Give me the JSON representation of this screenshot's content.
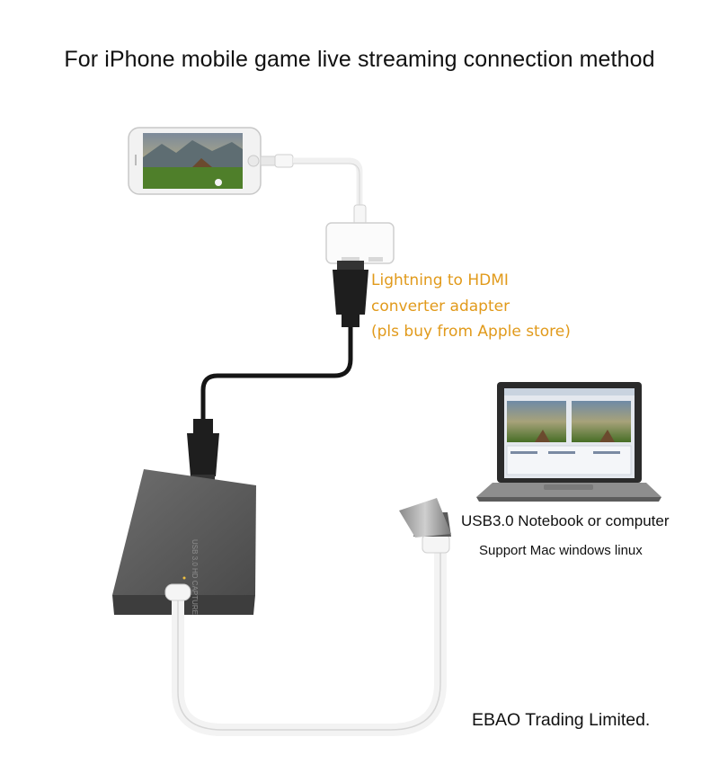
{
  "header": {
    "title": "For iPhone mobile game live streaming connection method"
  },
  "adapter": {
    "lines": [
      "Lightning to HDMI",
      "converter adapter",
      "(pls buy from Apple store)"
    ],
    "label_color": "#e19a1b"
  },
  "computer": {
    "label": "USB3.0 Notebook or computer",
    "sublabel": "Support Mac windows linux"
  },
  "footer": {
    "company": "EBAO Trading Limited."
  },
  "icons": [
    "iphone-icon",
    "lightning-hdmi-adapter-icon",
    "hdmi-cable-icon",
    "capture-card-icon",
    "usb-cable-icon",
    "laptop-icon"
  ]
}
